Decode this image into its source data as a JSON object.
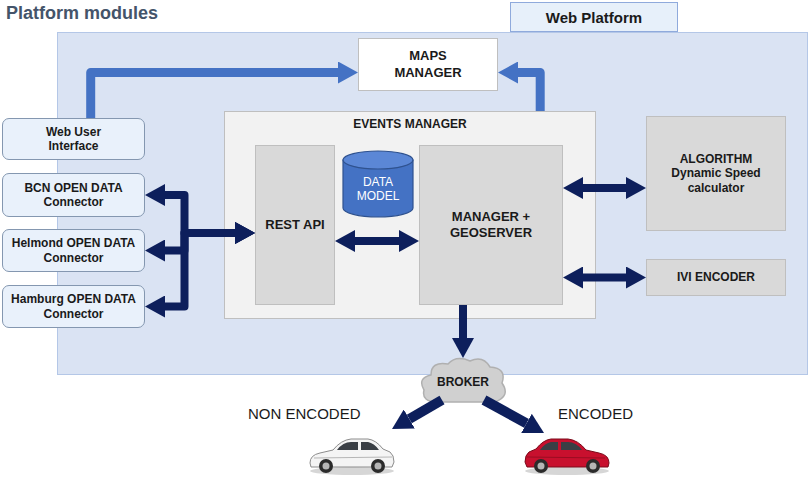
{
  "diagram": {
    "nodes": [
      {
        "text": [
          "Web Platform"
        ]
      },
      {
        "text": [
          "MAPS MANAGER"
        ],
        "in": 0
      },
      {
        "text": [
          "Web User Interface"
        ]
      },
      {
        "text": [
          "BCN OPEN DATA Connector"
        ]
      },
      {
        "text": [
          "Helmond OPEN DATA Connector"
        ]
      },
      {
        "text": [
          "Hamburg OPEN DATA Connector"
        ]
      },
      {
        "text": [
          "EVENTS MANAGER"
        ],
        "in": 0
      },
      {
        "text": [
          "REST API"
        ],
        "in": 6
      },
      {
        "text": [
          "DATA MODEL"
        ],
        "in": 6
      },
      {
        "text": [
          "MANAGER + GEOSERVER"
        ],
        "in": 6
      },
      {
        "text": [
          "ALGORITHM",
          "Dynamic Speed calculator"
        ],
        "in": 0
      },
      {
        "text": [
          "IVI ENCODER"
        ],
        "in": 0
      },
      {
        "text": [
          "BROKER"
        ]
      },
      {
        "text": [
          "NON ENCODED"
        ]
      },
      {
        "text": [
          "ENCODED"
        ]
      }
    ],
    "edges": [
      {
        "from": 2,
        "to": 1,
        "arrow": "to"
      },
      {
        "from": 6,
        "to": 1,
        "arrow": "to"
      },
      {
        "from": 7,
        "to": 3,
        "arrow": "both"
      },
      {
        "from": 7,
        "to": 4,
        "arrow": "both"
      },
      {
        "from": 7,
        "to": 5,
        "arrow": "both"
      },
      {
        "from": 7,
        "to": 9,
        "arrow": "both"
      },
      {
        "from": 9,
        "to": 10,
        "arrow": "both"
      },
      {
        "from": 9,
        "to": 11,
        "arrow": "both"
      },
      {
        "from": 9,
        "to": 12,
        "arrow": "to"
      },
      {
        "from": 12,
        "to": 13,
        "arrow": "to"
      },
      {
        "from": 12,
        "to": 14,
        "arrow": "to"
      }
    ],
    "labels": [
      "Platform modules"
    ]
  }
}
